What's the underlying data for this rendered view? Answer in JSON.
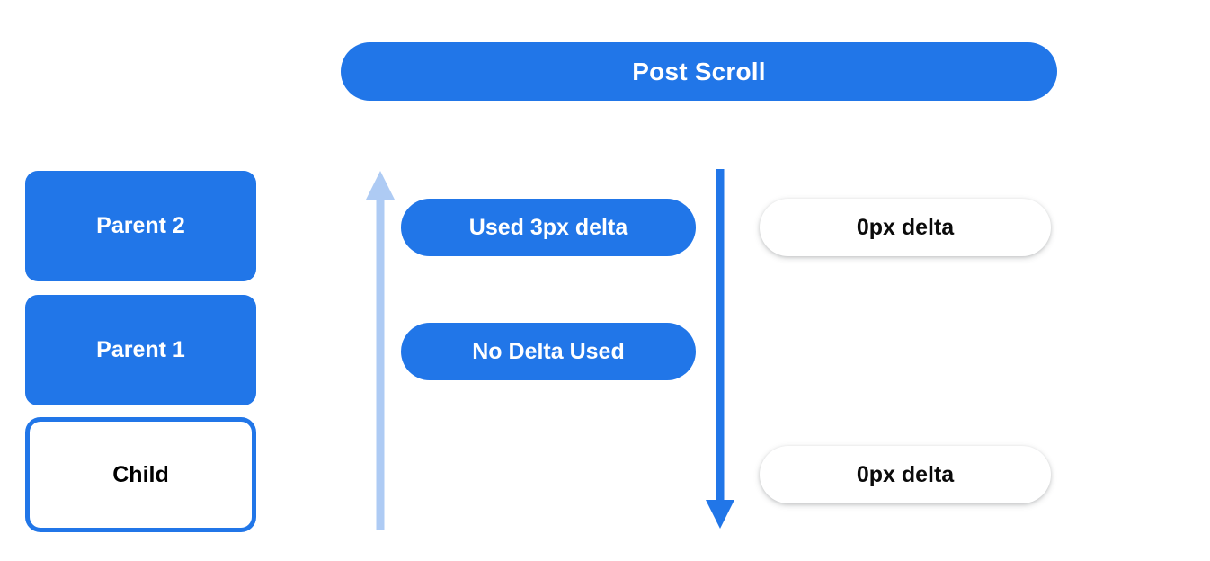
{
  "header": {
    "title": "Post Scroll"
  },
  "colors": {
    "blue": "#2176E8",
    "light_blue": "#AECBF4",
    "white": "#FFFFFF",
    "text_dark": "#0B0B0B"
  },
  "left_column": {
    "nodes": [
      {
        "label": "Parent 2",
        "style": "filled"
      },
      {
        "label": "Parent 1",
        "style": "filled"
      },
      {
        "label": "Child",
        "style": "outlined"
      }
    ]
  },
  "arrows": [
    {
      "name": "consumed-delta-arrow",
      "direction": "up",
      "color": "#AECBF4"
    },
    {
      "name": "scroll-propagation-arrow",
      "direction": "down",
      "color": "#2176E8"
    }
  ],
  "middle_column": {
    "pills": [
      {
        "label": "Used 3px delta"
      },
      {
        "label": "No Delta Used"
      }
    ]
  },
  "right_column": {
    "pills": [
      {
        "label": "0px delta"
      },
      {
        "label": "0px delta"
      }
    ]
  }
}
